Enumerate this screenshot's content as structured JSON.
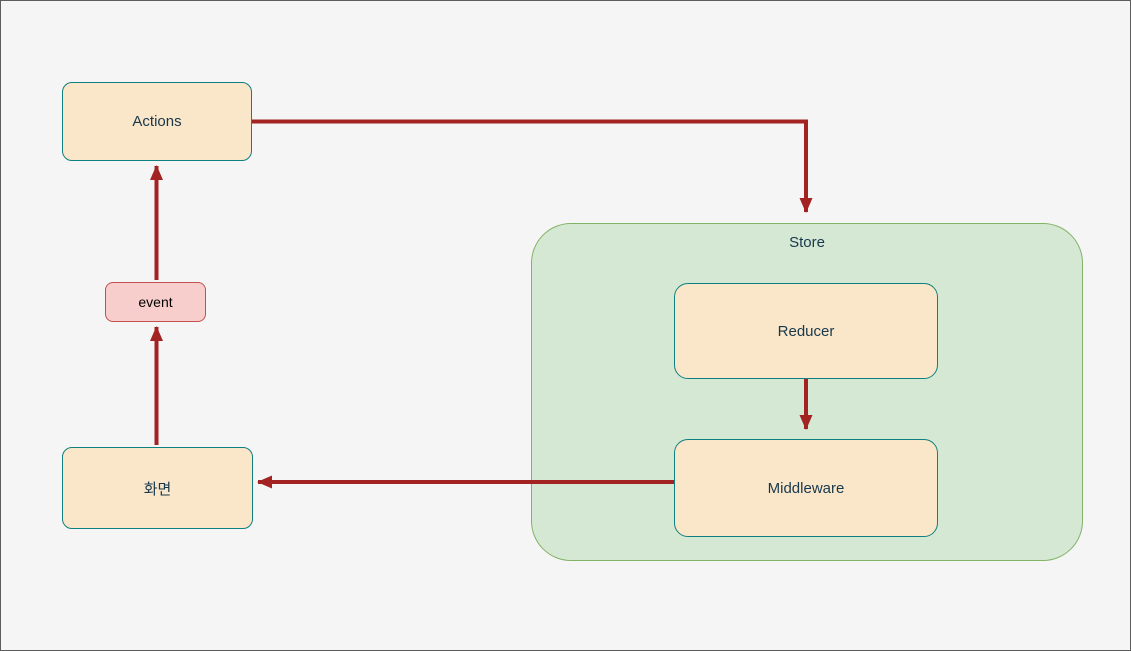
{
  "nodes": {
    "actions": {
      "label": "Actions"
    },
    "event": {
      "label": "event"
    },
    "screen": {
      "label": "화면"
    },
    "store": {
      "label": "Store"
    },
    "reducer": {
      "label": "Reducer"
    },
    "middleware": {
      "label": "Middleware"
    }
  },
  "edges": [
    {
      "from": "actions",
      "to": "store"
    },
    {
      "from": "reducer",
      "to": "middleware"
    },
    {
      "from": "middleware",
      "to": "screen"
    },
    {
      "from": "screen",
      "to": "event"
    },
    {
      "from": "event",
      "to": "actions"
    }
  ],
  "colors": {
    "background": "#f5f5f5",
    "frame_border": "#5c5c5c",
    "node_fill": "#fae6c8",
    "node_border": "#0f8080",
    "node_text": "#17384d",
    "event_fill": "#f8cecc",
    "event_border": "#c25050",
    "event_text": "#000000",
    "store_fill": "#d5e8d4",
    "store_border": "#82b366",
    "arrow": "#a32222"
  }
}
